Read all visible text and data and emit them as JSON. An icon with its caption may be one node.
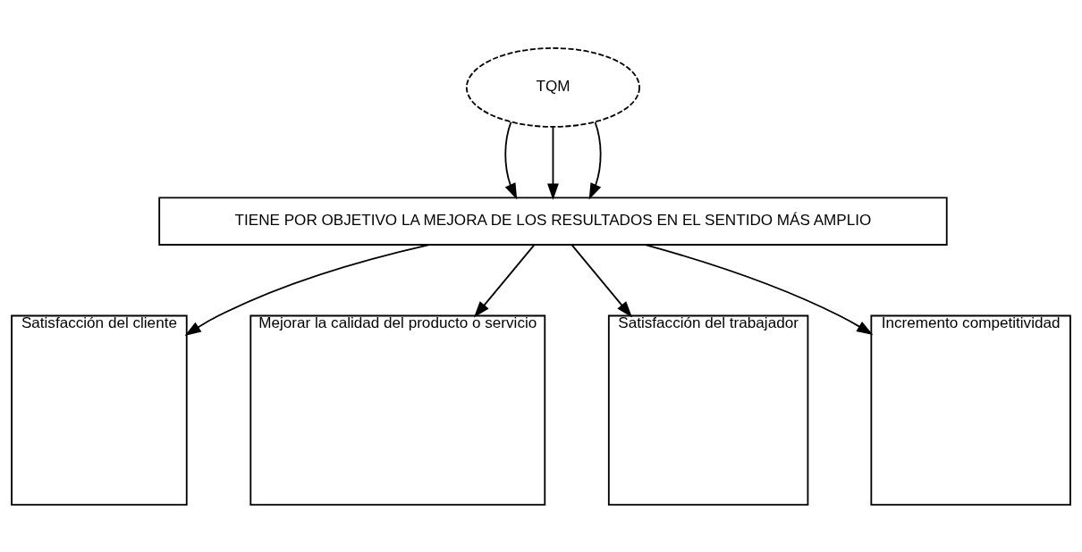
{
  "diagram": {
    "nodes": [
      {
        "text": [
          "TQM"
        ]
      },
      {
        "text": [
          "TIENE POR OBJETIVO LA MEJORA DE LOS RESULTADOS EN EL SENTIDO MÁS AMPLIO"
        ]
      },
      {
        "text": [
          "Satisfacción del cliente"
        ]
      },
      {
        "text": [
          "Mejorar la calidad del producto o servicio"
        ]
      },
      {
        "text": [
          "Satisfacción del trabajador"
        ]
      },
      {
        "text": [
          "Incremento competitividad"
        ]
      }
    ],
    "edges": [
      {
        "from": 0,
        "to": 1,
        "arrow": "to"
      },
      {
        "from": 0,
        "to": 1,
        "arrow": "to"
      },
      {
        "from": 0,
        "to": 1,
        "arrow": "to"
      },
      {
        "from": 1,
        "to": 2,
        "arrow": "to"
      },
      {
        "from": 1,
        "to": 3,
        "arrow": "to"
      },
      {
        "from": 1,
        "to": 4,
        "arrow": "to"
      },
      {
        "from": 1,
        "to": 5,
        "arrow": "to"
      }
    ]
  }
}
